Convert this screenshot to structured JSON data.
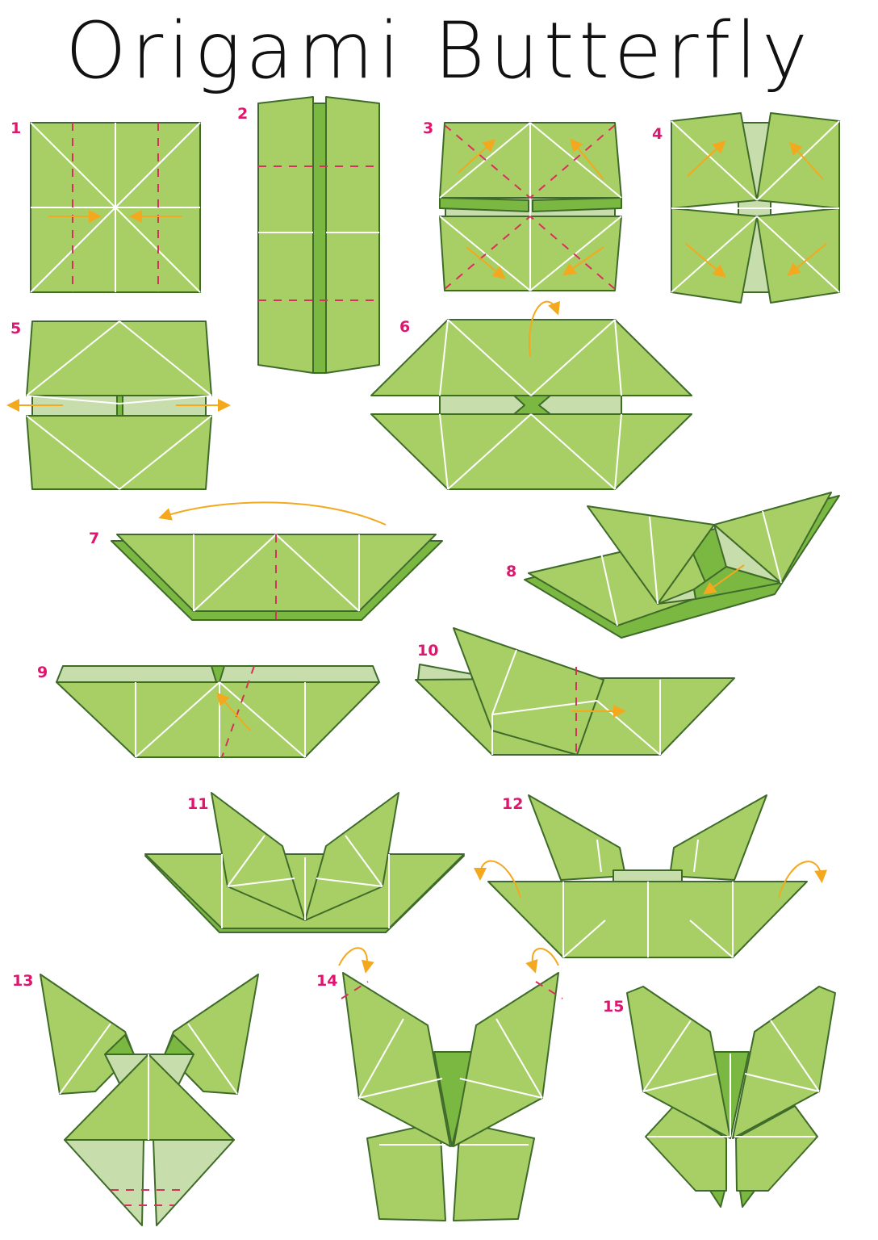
{
  "title": "Origami Butterfly",
  "colors": {
    "paper": "#a8cf66",
    "paper_dark": "#7bb842",
    "paper_light": "#c7ddac",
    "outline": "#3f6b2a",
    "crease": "#ffffff",
    "fold_line": "#d6315a",
    "arrow": "#f4a81d",
    "step_number": "#e0156f"
  },
  "steps": [
    {
      "number": "1"
    },
    {
      "number": "2"
    },
    {
      "number": "3"
    },
    {
      "number": "4"
    },
    {
      "number": "5"
    },
    {
      "number": "6"
    },
    {
      "number": "7"
    },
    {
      "number": "8"
    },
    {
      "number": "9"
    },
    {
      "number": "10"
    },
    {
      "number": "11"
    },
    {
      "number": "12"
    },
    {
      "number": "13"
    },
    {
      "number": "14"
    },
    {
      "number": "15"
    }
  ]
}
